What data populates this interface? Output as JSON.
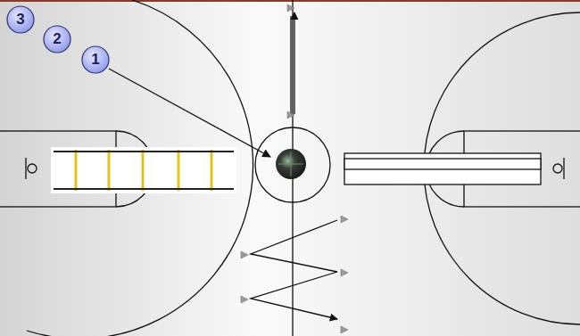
{
  "diagram": {
    "nodes": [
      {
        "text": [
          "3"
        ]
      },
      {
        "text": [
          "2"
        ]
      },
      {
        "text": [
          "1"
        ]
      }
    ]
  }
}
